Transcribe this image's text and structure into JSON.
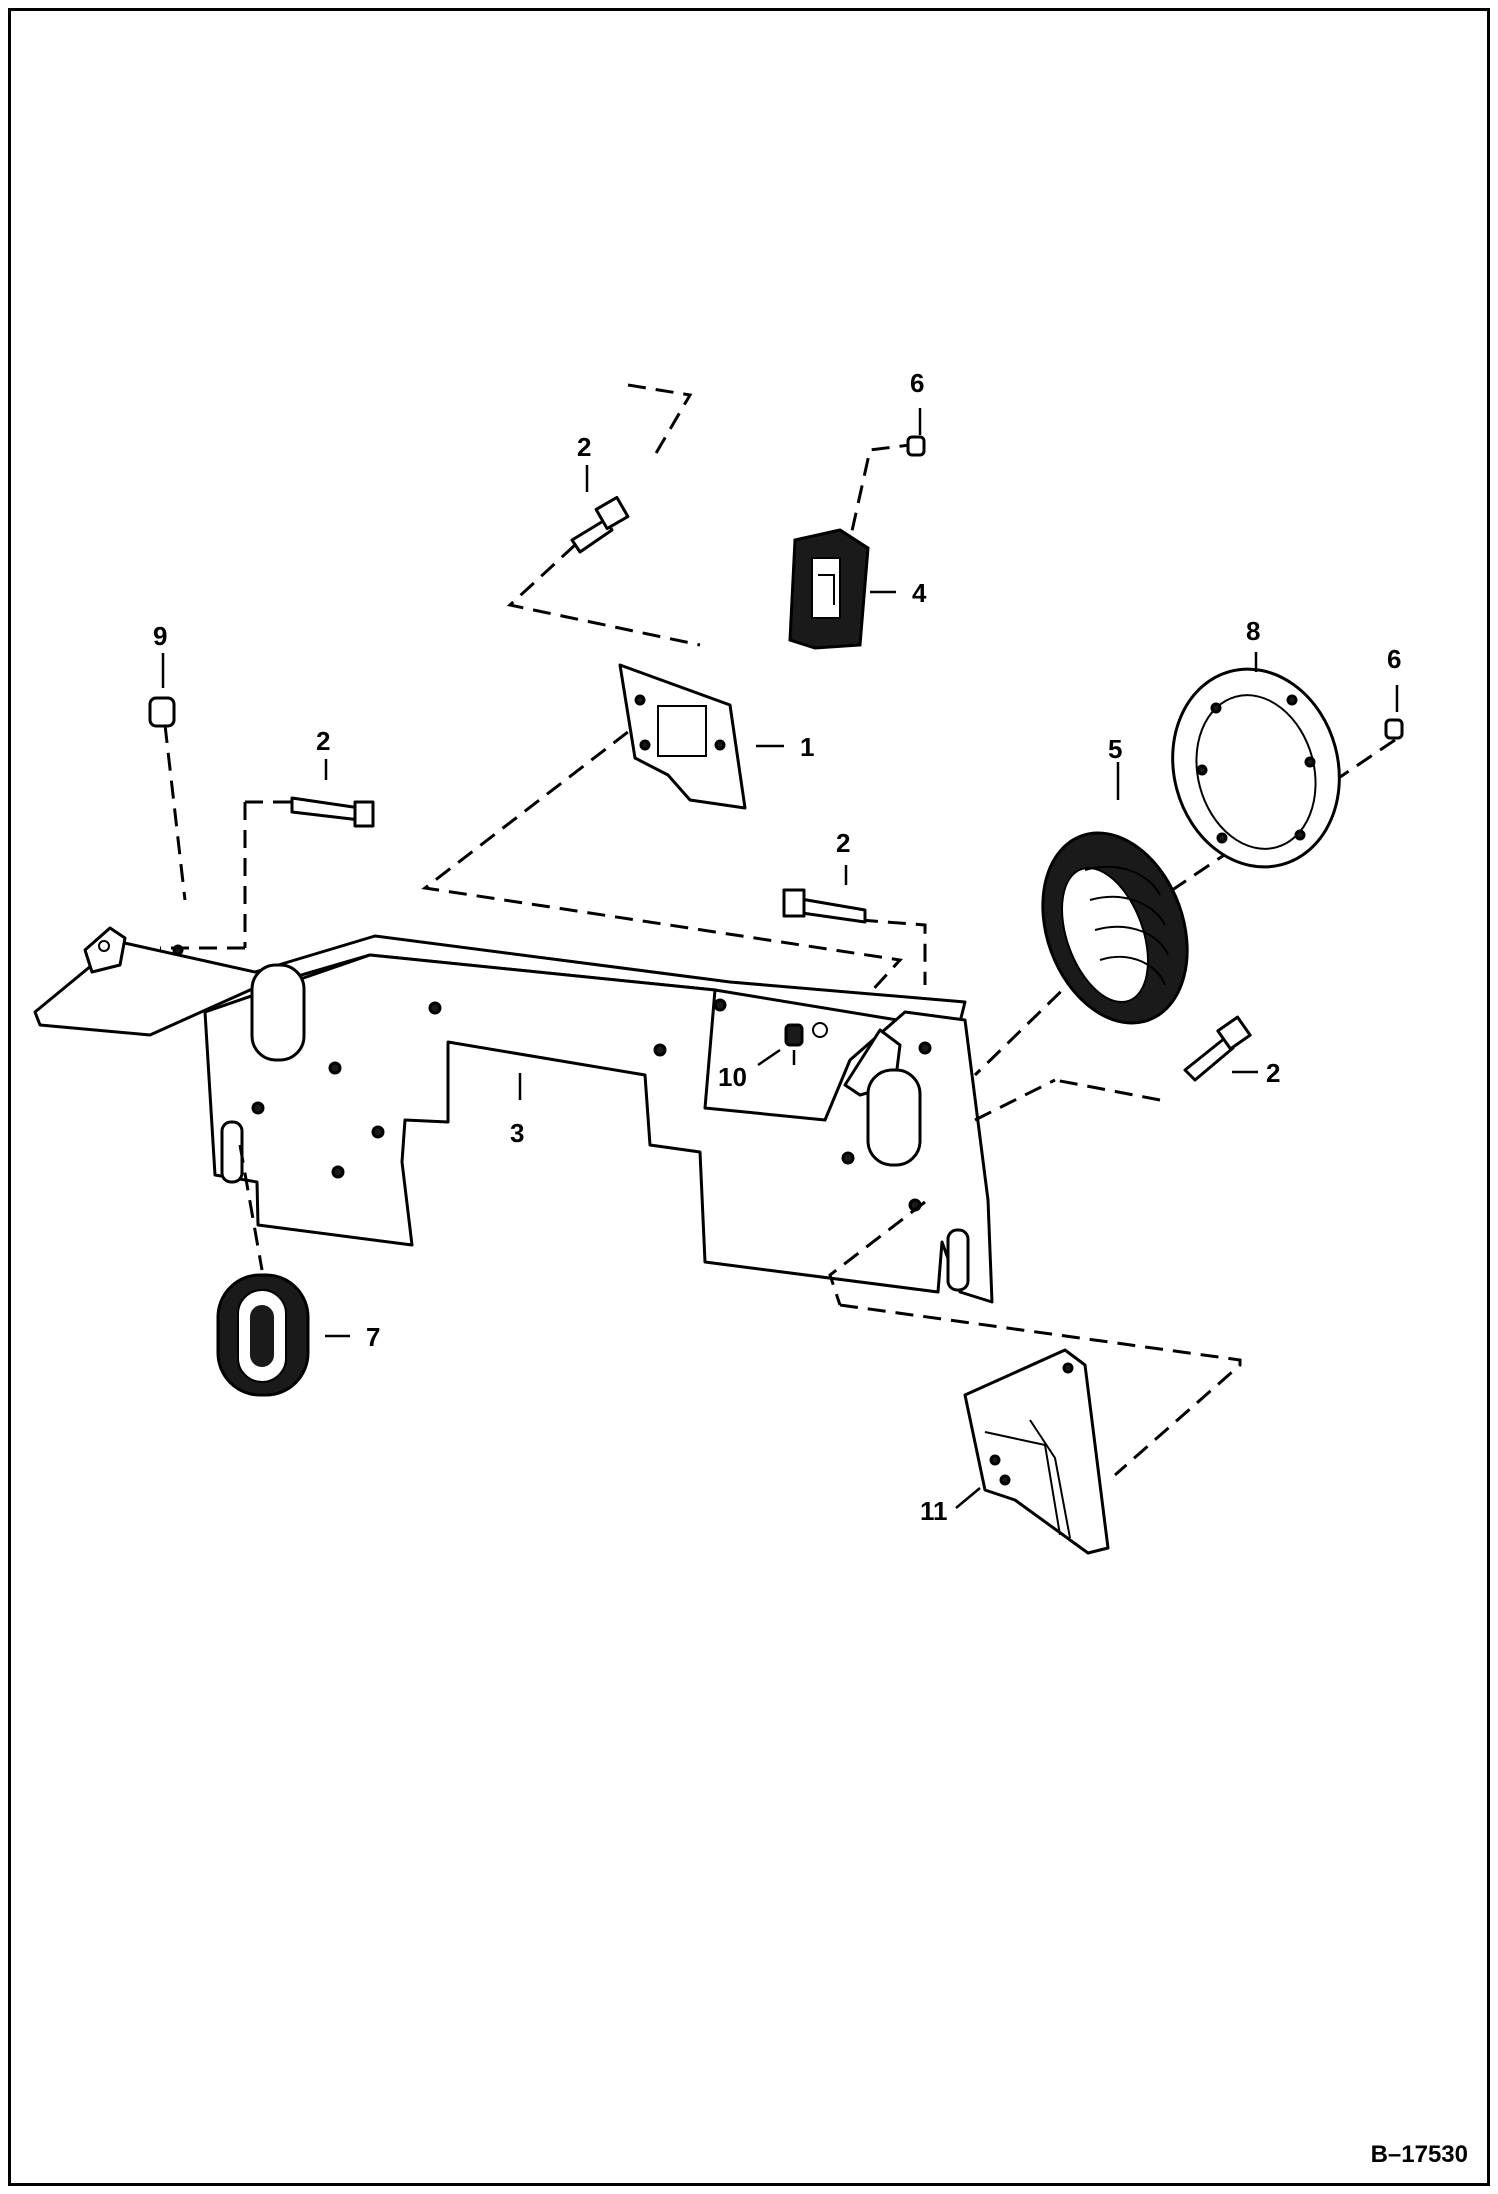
{
  "callouts": {
    "c1": "1",
    "c2a": "2",
    "c2b": "2",
    "c2c": "2",
    "c2d": "2",
    "c3": "3",
    "c4": "4",
    "c5": "5",
    "c6a": "6",
    "c6b": "6",
    "c7": "7",
    "c8": "8",
    "c9": "9",
    "c10": "10",
    "c11": "11"
  },
  "figure_id": "B–17530"
}
